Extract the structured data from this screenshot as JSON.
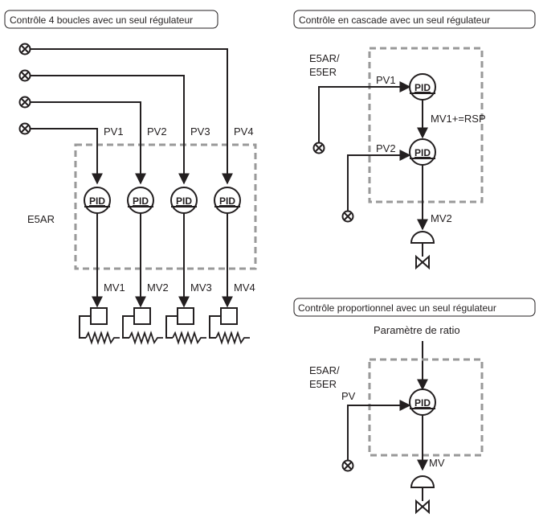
{
  "panels": {
    "four_loop": {
      "title": "Contrôle 4 boucles avec un seul régulateur",
      "device": "E5AR",
      "controller_label": "PID",
      "inputs": [
        "PV1",
        "PV2",
        "PV3",
        "PV4"
      ],
      "outputs": [
        "MV1",
        "MV2",
        "MV3",
        "MV4"
      ]
    },
    "cascade": {
      "title": "Contrôle en cascade avec un seul régulateur",
      "device_line1": "E5AR/",
      "device_line2": "E5ER",
      "controller_label": "PID",
      "pv1": "PV1",
      "link": "MV1+=RSP",
      "pv2": "PV2",
      "mv2": "MV2"
    },
    "ratio": {
      "title": "Contrôle proportionnel avec un seul régulateur",
      "ratio_param": "Paramètre de ratio",
      "device_line1": "E5AR/",
      "device_line2": "E5ER",
      "controller_label": "PID",
      "pv": "PV",
      "mv": "MV"
    }
  },
  "colors": {
    "line": "#231f20",
    "dashed_box": "#999999"
  },
  "icons": [
    "sensor-icon",
    "pid-controller-icon",
    "heater-icon",
    "control-valve-icon",
    "arrow-head-icon"
  ]
}
